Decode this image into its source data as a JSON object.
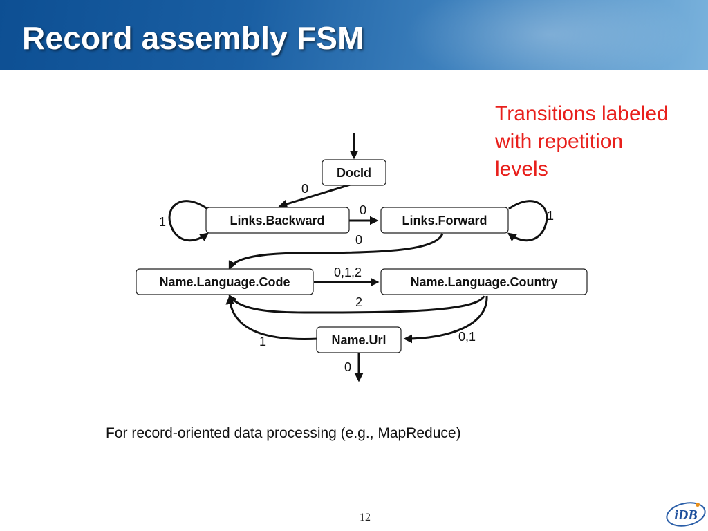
{
  "slide": {
    "title": "Record assembly FSM",
    "note": "Transitions labeled with repetition levels",
    "caption": "For record-oriented data processing (e.g., MapReduce)",
    "page_number": "12",
    "logo_text": "iDB"
  },
  "diagram": {
    "nodes": {
      "docid": "DocId",
      "links_backward": "Links.Backward",
      "links_forward": "Links.Forward",
      "name_language_code": "Name.Language.Code",
      "name_language_country": "Name.Language.Country",
      "name_url": "Name.Url"
    },
    "edge_labels": {
      "docid_to_backward": "0",
      "backward_self": "1",
      "backward_to_forward": "0",
      "forward_self": "1",
      "forward_to_code": "0",
      "code_to_country": "0,1,2",
      "country_to_code": "2",
      "country_to_url": "0,1",
      "url_to_code": "1",
      "url_exit": "0"
    },
    "colors": {
      "title_bar": "#1a5fa3",
      "note_text": "#e8201c",
      "edge": "#111111"
    }
  }
}
